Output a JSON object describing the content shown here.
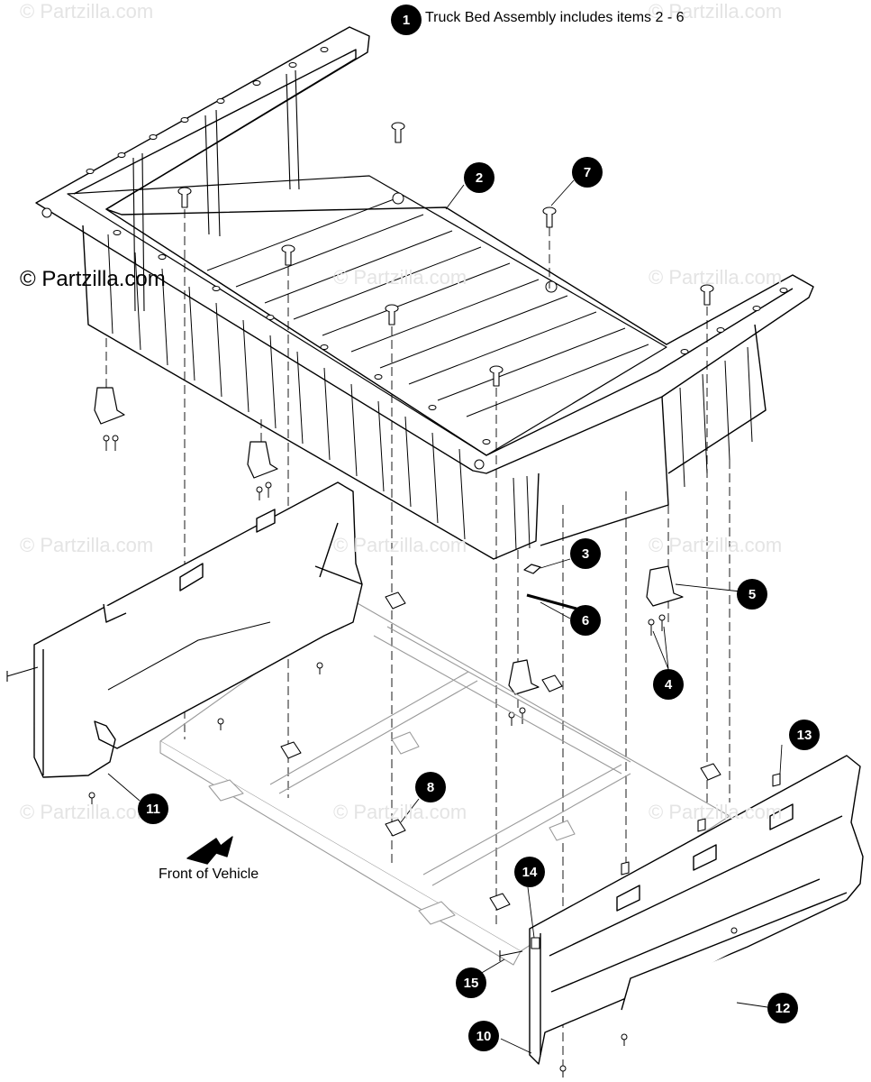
{
  "header": {
    "assembly_item": "1",
    "assembly_note": "Truck Bed Assembly includes items 2 - 6"
  },
  "copyright": "© Partzilla.com",
  "watermark": "© Partzilla.com",
  "front_label": "Front of Vehicle",
  "callouts": [
    "2",
    "3",
    "4",
    "5",
    "6",
    "7",
    "8",
    "10",
    "11",
    "12",
    "13",
    "14",
    "15"
  ],
  "colors": {
    "line": "#000000",
    "watermark": "#e4e4e4",
    "frame": "#9a9a9a"
  }
}
